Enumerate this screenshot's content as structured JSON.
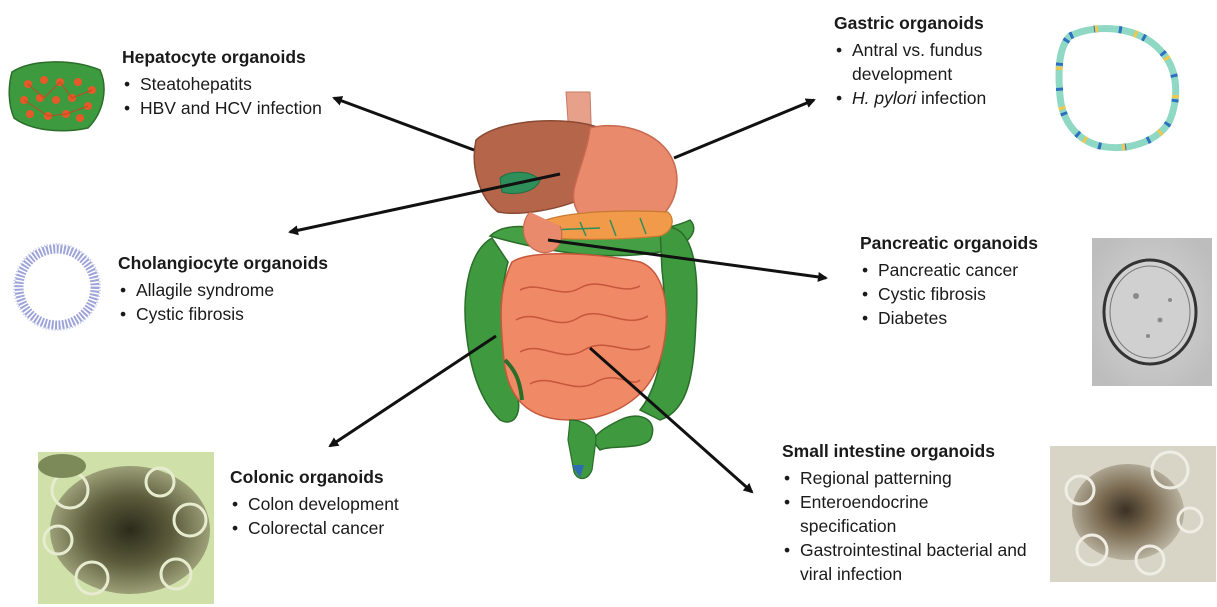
{
  "figure": {
    "organoids": [
      {
        "title": "Hepatocyte organoids",
        "items": [
          "Steatohepatits",
          "HBV and HCV infection"
        ]
      },
      {
        "title": "Cholangiocyte organoids",
        "items": [
          "Allagile syndrome",
          "Cystic fibrosis"
        ]
      },
      {
        "title": "Colonic organoids",
        "items": [
          "Colon development",
          "Colorectal cancer"
        ]
      },
      {
        "title": "Gastric organoids",
        "items": [
          "Antral vs. fundus development",
          "H. pylori infection"
        ]
      },
      {
        "title": "Pancreatic organoids",
        "items": [
          "Pancreatic cancer",
          "Cystic fibrosis",
          "Diabetes"
        ]
      },
      {
        "title": "Small intestine organoids",
        "items": [
          "Regional patterning",
          "Enteroendocrine specification",
          "Gastrointestinal bacterial and viral infection"
        ]
      }
    ],
    "gastric_italic_prefix": "H. pylori",
    "gastric_italic_suffix": " infection",
    "colors": {
      "liver": "#b5654a",
      "stomach": "#e98a6c",
      "small_intestine": "#f08a66",
      "colon": "#3f9a3f",
      "pancreas": "#f09a4a",
      "gallbladder": "#2e8f5a",
      "arrow": "#111111"
    },
    "icons": {
      "hepatocyte": "hepatocyte-organoid-icon",
      "cholangiocyte": "cholangiocyte-ring-icon",
      "gastric": "gastric-organoid-ring-icon",
      "pancreatic": "pancreatic-organoid-micrograph",
      "colonic": "colonic-organoid-micrograph",
      "small_intestine": "small-intestine-organoid-micrograph",
      "digestive_system": "digestive-system-illustration"
    }
  }
}
